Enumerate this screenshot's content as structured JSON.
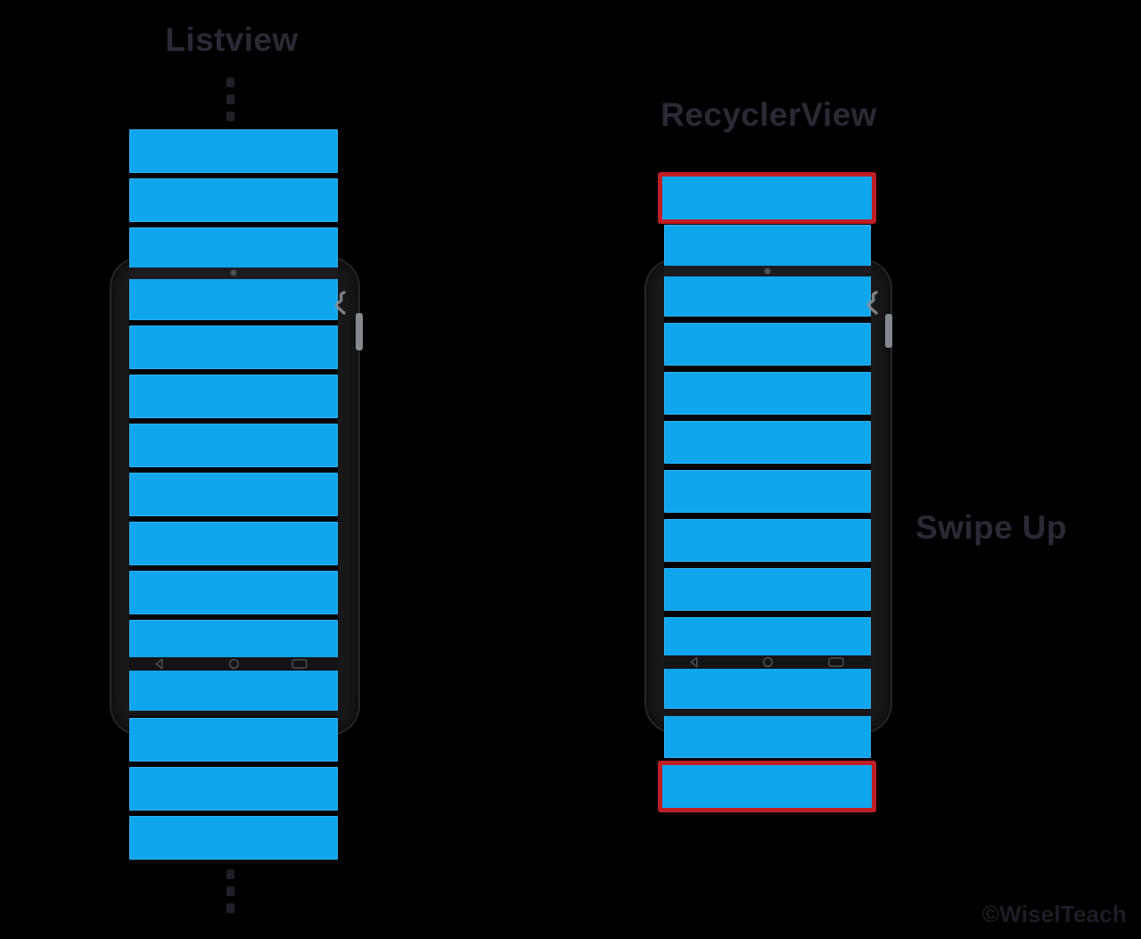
{
  "colors": {
    "background": "#000000",
    "item_blue": "#10a6ee",
    "recycled_border_red": "#c01e25",
    "phone_body": "#18181a",
    "title_text": "#2a2a34",
    "watermark_text": "#1d1d26"
  },
  "left_panel": {
    "title": "Listview",
    "item_count": 15,
    "highlighted_items": [],
    "ellipsis_above": true,
    "ellipsis_below": true
  },
  "right_panel": {
    "title": "RecyclerView",
    "item_count": 13,
    "highlighted_items": [
      0,
      12
    ]
  },
  "labels": {
    "swipe": "Swipe Up",
    "watermark": "©WiselTeach"
  },
  "icons": {
    "camera": "camera-dot-icon",
    "nav_back": "nav-back-icon",
    "nav_home": "nav-home-icon",
    "nav_recents": "nav-recents-icon",
    "side_button": "side-button",
    "screen_glyph": "s-curve-glyph",
    "ellipsis_dot": "ellipsis-dot"
  }
}
